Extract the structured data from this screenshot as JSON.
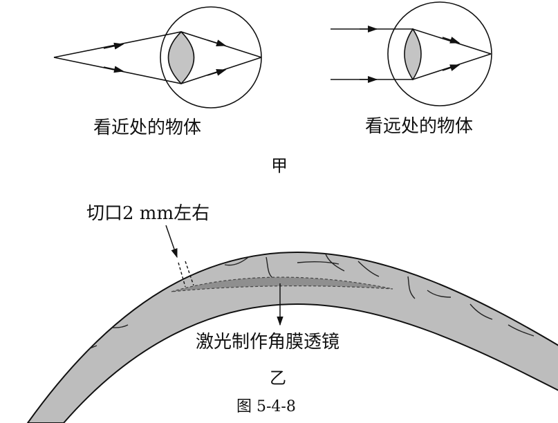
{
  "figure": {
    "panel_a": {
      "near_label": "看近处的物体",
      "far_label": "看远处的物体",
      "panel_label": "甲"
    },
    "panel_b": {
      "incision_label": "切口2 mm左右",
      "lens_label": "激光制作角膜透镜",
      "panel_label": "乙"
    },
    "caption": "图 5-4-8"
  }
}
